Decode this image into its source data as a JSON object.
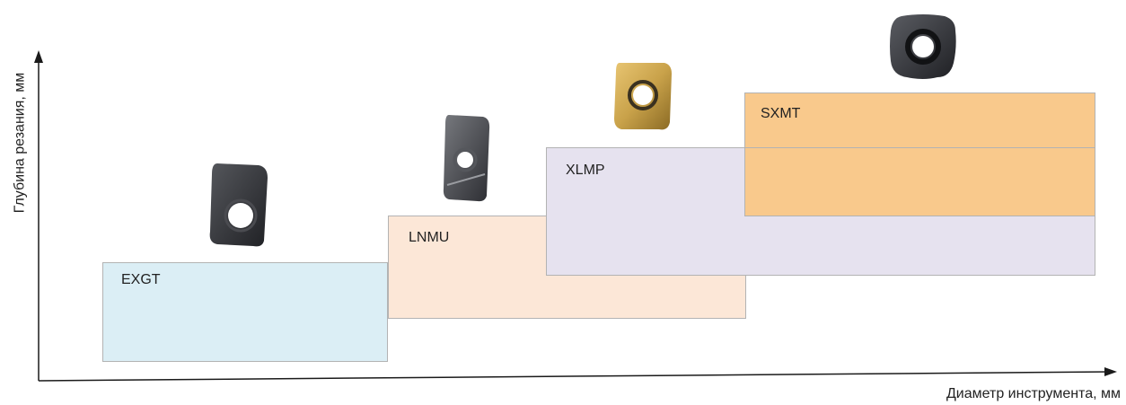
{
  "axes": {
    "y_label": "Глубина резания, мм",
    "x_label": "Диаметр инструмента, мм"
  },
  "zones": [
    {
      "label": "EXGT",
      "color": "#dbeef5"
    },
    {
      "label": "LNMU",
      "color": "#fce7d7"
    },
    {
      "label": "XLMP",
      "color": "#e6e2ef"
    },
    {
      "label": "SXMT",
      "color": "#f9c98c"
    }
  ],
  "colors": {
    "axis": "#1a1a1a",
    "zone_border": "#b3b3b3",
    "insert_dark": "#2f3034",
    "insert_gold": "#c9a24a"
  },
  "icons": [
    "insert-exgt-icon",
    "insert-lnmu-icon",
    "insert-xlmp-icon",
    "insert-sxmt-icon"
  ]
}
